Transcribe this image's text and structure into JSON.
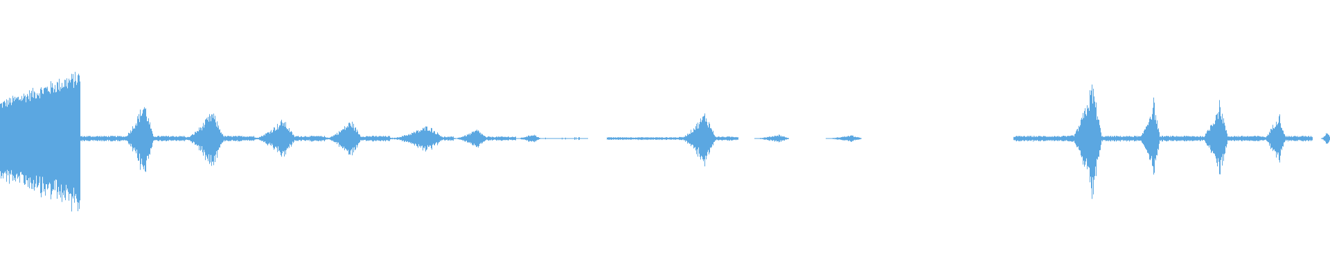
{
  "waveform": {
    "color": "#5ba7e1",
    "baseline_amplitude": 0.008,
    "duration_fraction_segments": [
      {
        "start": 0.0,
        "end": 0.0605,
        "peak": 0.5,
        "shape": "ramp-up-hold"
      },
      {
        "start": 0.0605,
        "end": 0.092,
        "peak": 0.02,
        "shape": "flat"
      },
      {
        "start": 0.092,
        "end": 0.115,
        "peak": 0.29,
        "shape": "burst"
      },
      {
        "start": 0.115,
        "end": 0.139,
        "peak": 0.02,
        "shape": "flat"
      },
      {
        "start": 0.139,
        "end": 0.168,
        "peak": 0.21,
        "shape": "burst"
      },
      {
        "start": 0.168,
        "end": 0.191,
        "peak": 0.02,
        "shape": "flat"
      },
      {
        "start": 0.191,
        "end": 0.222,
        "peak": 0.15,
        "shape": "burst"
      },
      {
        "start": 0.222,
        "end": 0.245,
        "peak": 0.02,
        "shape": "flat"
      },
      {
        "start": 0.245,
        "end": 0.272,
        "peak": 0.14,
        "shape": "burst"
      },
      {
        "start": 0.272,
        "end": 0.293,
        "peak": 0.02,
        "shape": "flat"
      },
      {
        "start": 0.293,
        "end": 0.334,
        "peak": 0.1,
        "shape": "burst"
      },
      {
        "start": 0.334,
        "end": 0.341,
        "peak": 0.015,
        "shape": "flat"
      },
      {
        "start": 0.341,
        "end": 0.366,
        "peak": 0.07,
        "shape": "burst"
      },
      {
        "start": 0.366,
        "end": 0.388,
        "peak": 0.015,
        "shape": "flat"
      },
      {
        "start": 0.388,
        "end": 0.406,
        "peak": 0.035,
        "shape": "burst"
      },
      {
        "start": 0.406,
        "end": 0.43,
        "peak": 0.008,
        "shape": "sparse"
      },
      {
        "start": 0.43,
        "end": 0.442,
        "peak": 0.012,
        "shape": "sparse"
      },
      {
        "start": 0.456,
        "end": 0.511,
        "peak": 0.01,
        "shape": "flat"
      },
      {
        "start": 0.511,
        "end": 0.538,
        "peak": 0.2,
        "shape": "burst"
      },
      {
        "start": 0.538,
        "end": 0.555,
        "peak": 0.015,
        "shape": "flat"
      },
      {
        "start": 0.567,
        "end": 0.593,
        "peak": 0.03,
        "shape": "burst"
      },
      {
        "start": 0.621,
        "end": 0.648,
        "peak": 0.025,
        "shape": "burst"
      },
      {
        "start": 0.762,
        "end": 0.805,
        "peak": 0.02,
        "shape": "flat"
      },
      {
        "start": 0.805,
        "end": 0.828,
        "peak": 0.43,
        "shape": "burst"
      },
      {
        "start": 0.828,
        "end": 0.856,
        "peak": 0.02,
        "shape": "flat"
      },
      {
        "start": 0.856,
        "end": 0.872,
        "peak": 0.3,
        "shape": "burst"
      },
      {
        "start": 0.872,
        "end": 0.903,
        "peak": 0.02,
        "shape": "flat"
      },
      {
        "start": 0.903,
        "end": 0.923,
        "peak": 0.29,
        "shape": "burst"
      },
      {
        "start": 0.923,
        "end": 0.95,
        "peak": 0.02,
        "shape": "flat"
      },
      {
        "start": 0.95,
        "end": 0.966,
        "peak": 0.21,
        "shape": "burst"
      },
      {
        "start": 0.966,
        "end": 0.987,
        "peak": 0.02,
        "shape": "flat"
      },
      {
        "start": 0.993,
        "end": 1.0,
        "peak": 0.06,
        "shape": "burst"
      }
    ]
  }
}
